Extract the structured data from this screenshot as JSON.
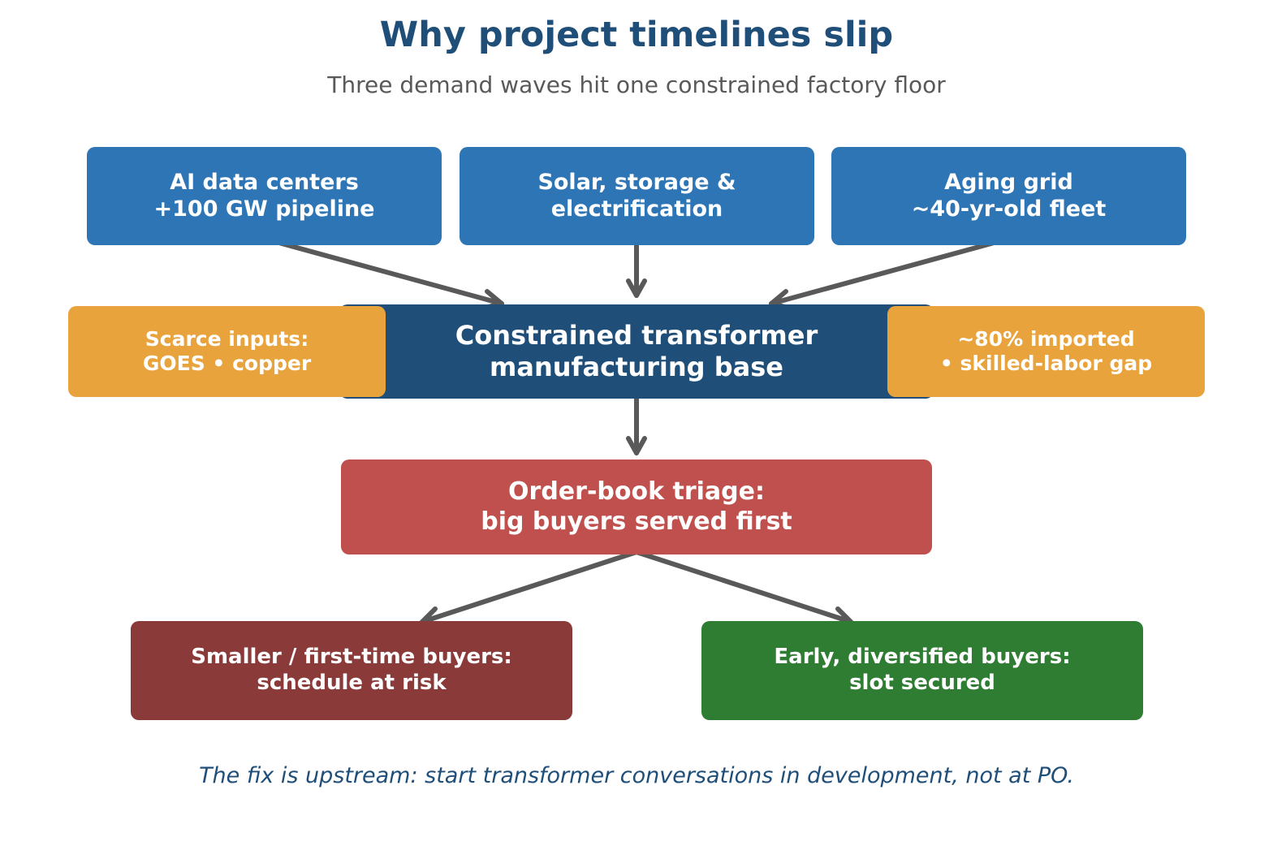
{
  "title": "Why project timelines slip",
  "subtitle": "Three demand waves hit one constrained factory floor",
  "drivers": [
    {
      "line1": "AI data centers",
      "line2": "+100 GW pipeline"
    },
    {
      "line1": "Solar, storage &",
      "line2": "electrification"
    },
    {
      "line1": "Aging grid",
      "line2": "~40-yr-old fleet"
    }
  ],
  "core": {
    "line1": "Constrained transformer",
    "line2": "manufacturing base"
  },
  "constraints": {
    "left": {
      "line1": "Scarce inputs:",
      "line2": "GOES • copper"
    },
    "right": {
      "line1": "~80% imported",
      "line2": "• skilled-labor gap"
    }
  },
  "triage": {
    "line1": "Order-book triage:",
    "line2": "big buyers served first"
  },
  "outcomes": {
    "at_risk": {
      "line1": "Smaller / first-time buyers:",
      "line2": "schedule at risk"
    },
    "secured": {
      "line1": "Early, diversified buyers:",
      "line2": "slot secured"
    }
  },
  "footer": "The fix is upstream: start transformer conversations in development, not at PO.",
  "colors": {
    "driver": "#2e75b6",
    "core": "#1f4e79",
    "constraint": "#e8a33c",
    "triage": "#c0504d",
    "at_risk": "#8b3a3a",
    "secured": "#2e7d32",
    "arrow": "#595959"
  }
}
